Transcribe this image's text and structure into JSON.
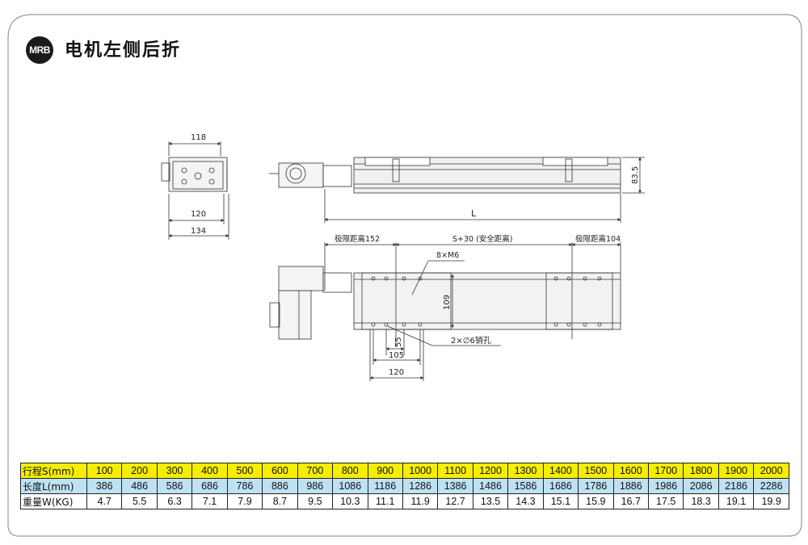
{
  "header": {
    "badge": "MRB",
    "title": "电机左侧后折"
  },
  "dimensions": {
    "side_width_118": "118",
    "side_width_120": "120",
    "side_width_134": "134",
    "height_83_5": "83.5",
    "length_L": "L",
    "limit_left": "极限距离152",
    "safe_distance": "S+30 (安全距离)",
    "limit_right": "极限距离104",
    "thread_holes": "8×M6",
    "width_109": "109",
    "dim_55": "55",
    "dim_105": "105",
    "dim_120": "120",
    "counterbore": "2×∅6销孔"
  },
  "table": {
    "stroke_label": "行程S(mm)",
    "length_label": "长度L(mm)",
    "weight_label": "重量W(KG)",
    "stroke": [
      "100",
      "200",
      "300",
      "400",
      "500",
      "600",
      "700",
      "800",
      "900",
      "1000",
      "1100",
      "1200",
      "1300",
      "1400",
      "1500",
      "1600",
      "1700",
      "1800",
      "1900",
      "2000"
    ],
    "length": [
      "386",
      "486",
      "586",
      "686",
      "786",
      "886",
      "986",
      "1086",
      "1186",
      "1286",
      "1386",
      "1486",
      "1586",
      "1686",
      "1786",
      "1886",
      "1986",
      "2086",
      "2186",
      "2286"
    ],
    "weight": [
      "4.7",
      "5.5",
      "6.3",
      "7.1",
      "7.9",
      "8.7",
      "9.5",
      "10.3",
      "11.1",
      "11.9",
      "12.7",
      "13.5",
      "14.3",
      "15.1",
      "15.9",
      "16.7",
      "17.5",
      "18.3",
      "19.1",
      "19.9"
    ]
  }
}
